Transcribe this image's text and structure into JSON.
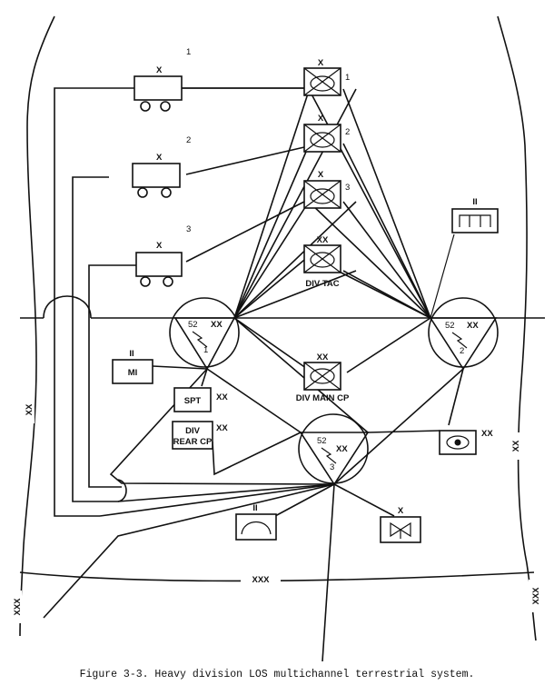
{
  "echelon": {
    "brigade": "X",
    "division": "XX",
    "corps": "XXX",
    "battalion": "II"
  },
  "brigades": {
    "n1": "1",
    "n2": "2",
    "n3": "3"
  },
  "nodes": {
    "n1": "1",
    "n2": "2",
    "n3": "3",
    "sig": "52"
  },
  "units": {
    "div_tac": "DIV TAC",
    "div_main": "DIV MAIN CP",
    "mi": "MI",
    "spt": "SPT",
    "div_rear_1": "DIV",
    "div_rear_2": "REAR CP"
  },
  "caption": "Figure 3-3. Heavy division LOS multichannel terrestrial system."
}
